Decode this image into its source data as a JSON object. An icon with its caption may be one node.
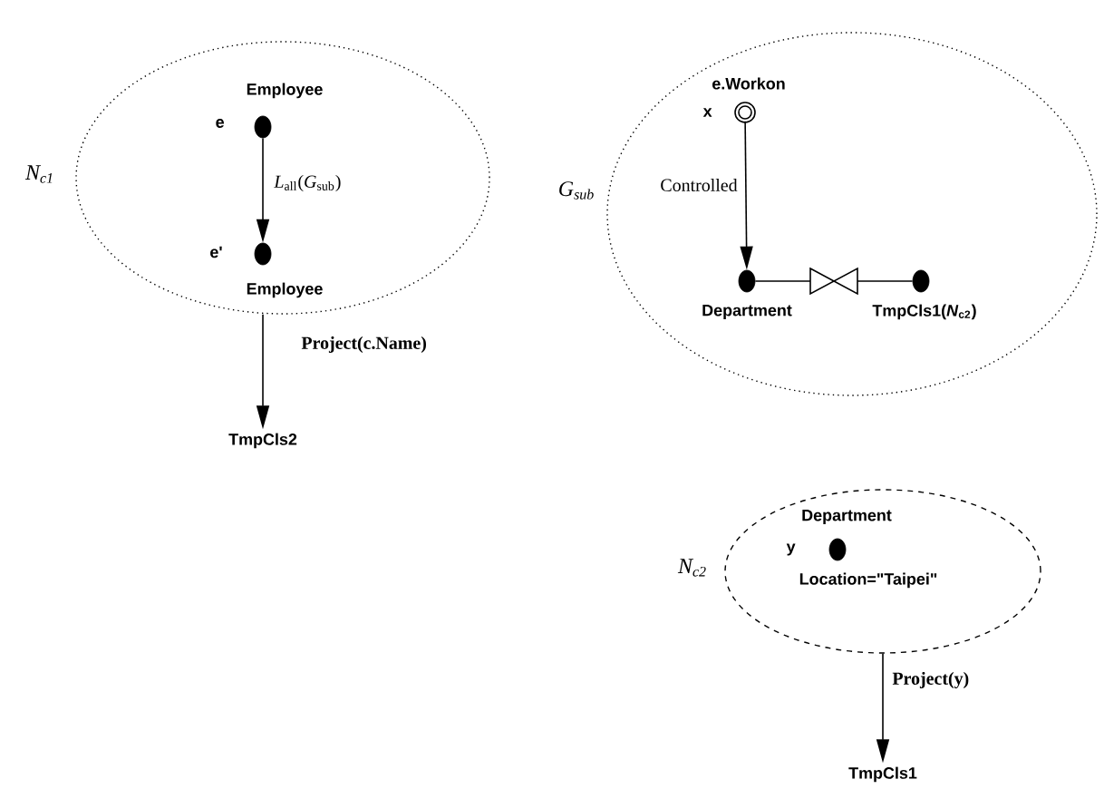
{
  "diagram": {
    "nodes": [
      {
        "text": [],
        "shape": "ellipse",
        "beside": [
          "*N*$_{c1}$"
        ]
      },
      {
        "text": [
          "Employee",
          "e"
        ],
        "in": 0
      },
      {
        "text": [
          "e'",
          "Employee"
        ],
        "in": 0
      },
      {
        "text": [
          "TmpCls2"
        ]
      },
      {
        "text": [],
        "shape": "ellipse",
        "beside": [
          "*G*$_{sub}$"
        ]
      },
      {
        "text": [
          "e.Workon",
          "x"
        ],
        "in": 4
      },
      {
        "text": [
          "Department"
        ],
        "in": 4
      },
      {
        "text": [
          "TmpCls1(*N*$_{c2}$)"
        ],
        "in": 4
      },
      {
        "text": [],
        "shape": "ellipse",
        "beside": [
          "*N*$_{c2}$"
        ]
      },
      {
        "text": [
          "Department",
          "y",
          "Location=\"Taipei\""
        ],
        "in": 8
      },
      {
        "text": [
          "TmpCls1"
        ]
      }
    ],
    "edges": [
      {
        "from": 1,
        "to": 2,
        "arrow": "to",
        "label": "*L*$_{all}$(*G*$_{sub}$)"
      },
      {
        "from": 0,
        "to": 3,
        "arrow": "to",
        "label": "Project(c.Name)"
      },
      {
        "from": 5,
        "to": 6,
        "arrow": "to",
        "label": "Controlled"
      },
      {
        "from": 6,
        "to": 7,
        "arrow": "none"
      },
      {
        "from": 8,
        "to": 10,
        "arrow": "to",
        "label": "Project(y)"
      }
    ]
  }
}
